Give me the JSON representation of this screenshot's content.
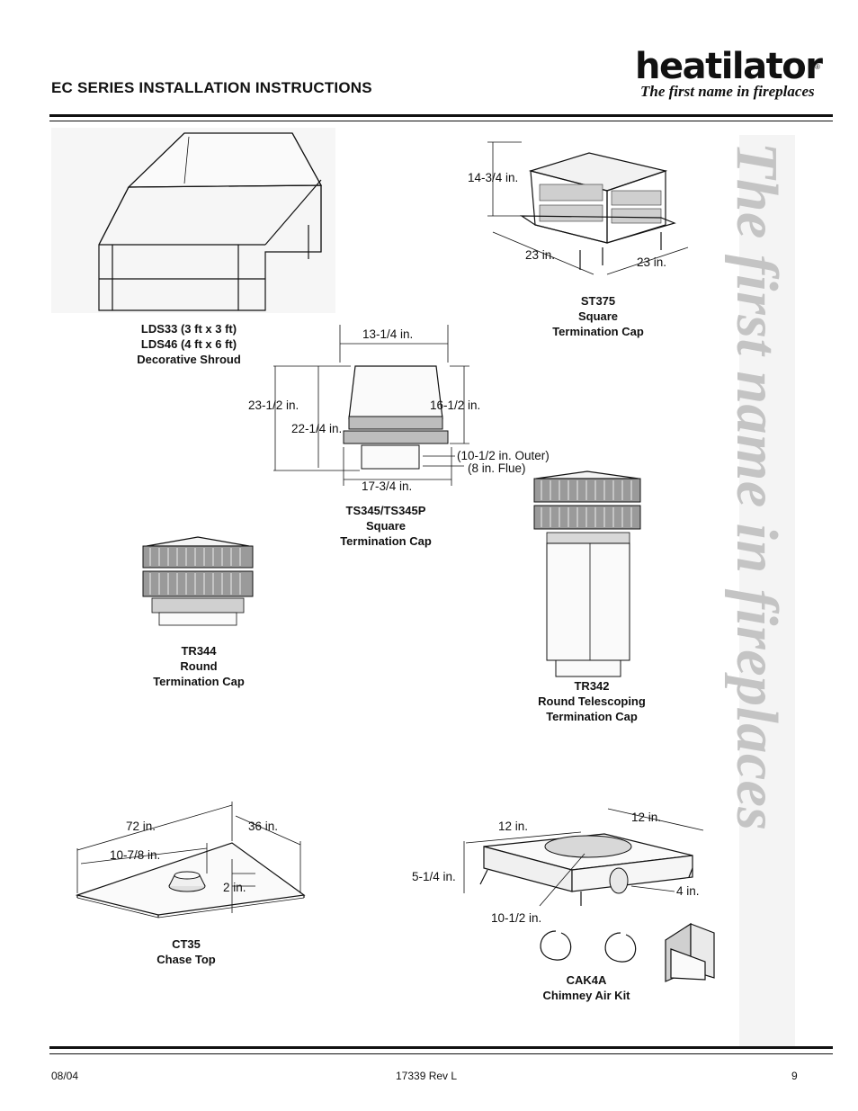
{
  "header": {
    "title": "EC SERIES INSTALLATION INSTRUCTIONS",
    "logo_word": "heatilator",
    "logo_tagline": "The first name in fireplaces",
    "logo_reg": "®"
  },
  "side_watermark": "The first name in fireplaces",
  "figures": {
    "lds": {
      "lines": [
        "LDS33 (3 ft x 3 ft)",
        "LDS46 (4 ft x 6 ft)",
        "Decorative Shroud"
      ]
    },
    "st375": {
      "lines": [
        "ST375",
        "Square",
        "Termination Cap"
      ],
      "dims": {
        "height": "14-3/4 in.",
        "width_a": "23 in.",
        "width_b": "23 in."
      }
    },
    "ts345": {
      "lines": [
        "TS345/TS345P",
        "Square",
        "Termination Cap"
      ],
      "dims": {
        "top_width": "13-1/4 in.",
        "overall_height": "23-1/2 in.",
        "inner_height": "22-1/4 in.",
        "hood_height": "16-1/2 in.",
        "outer": "(10-1/2 in. Outer)",
        "flue": "(8 in. Flue)",
        "base_width": "17-3/4 in."
      }
    },
    "tr344": {
      "lines": [
        "TR344",
        "Round",
        "Termination Cap"
      ]
    },
    "tr342": {
      "lines": [
        "TR342",
        "Round Telescoping",
        "Termination Cap"
      ]
    },
    "ct35": {
      "lines": [
        "CT35",
        "Chase Top"
      ],
      "dims": {
        "length": "72 in.",
        "width": "36 in.",
        "offset": "10-7/8 in.",
        "collar": "2 in."
      }
    },
    "cak4a": {
      "lines": [
        "CAK4A",
        "Chimney Air Kit"
      ],
      "dims": {
        "depth": "12 in.",
        "width": "12 in.",
        "height": "5-1/4 in.",
        "outlet": "4 in.",
        "opening": "10-1/2 in."
      }
    }
  },
  "footer": {
    "date": "08/04",
    "doc_number": "17339 Rev L",
    "page": "9"
  }
}
